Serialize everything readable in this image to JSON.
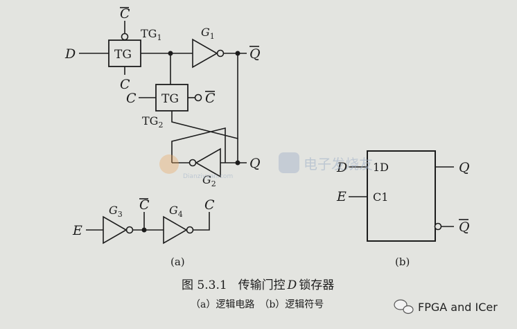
{
  "signals": {
    "d": "D",
    "c_bar": "C",
    "c": "C",
    "q_bar": "Q",
    "q": "Q",
    "e": "E",
    "tg": "TG",
    "tg1": "TG",
    "tg1_sub": "1",
    "tg2": "TG",
    "tg2_sub": "2",
    "g": "G",
    "g1_sub": "1",
    "g2_sub": "2",
    "g3_sub": "3",
    "g4_sub": "4"
  },
  "symbol": {
    "d_in": "1D",
    "c_in": "C1"
  },
  "labels": {
    "part_a": "(a)",
    "part_b": "(b)",
    "figure_number": "图 5.3.1",
    "figure_title_prefix": "传输门控",
    "figure_title_var": "D",
    "figure_title_suffix": "锁存器",
    "subcaption": "（a）逻辑电路　（b）逻辑符号"
  },
  "watermark": {
    "center": "电子发烧友",
    "left": "Dianziyuan.com"
  },
  "badge": {
    "text": "FPGA and ICer"
  },
  "colors": {
    "ink": "#1c1c1c",
    "paper": "#e3e4e0",
    "watermark": "#9fb0c8"
  }
}
